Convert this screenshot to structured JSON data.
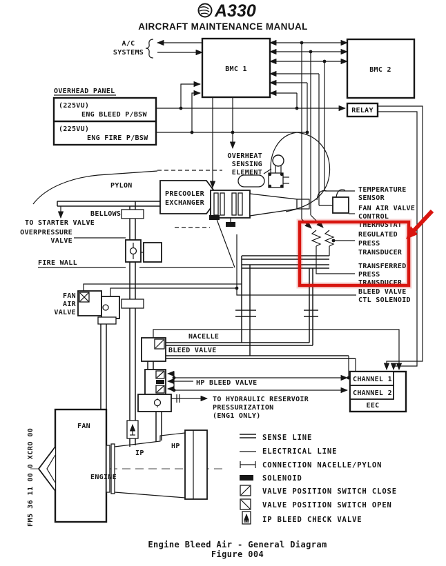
{
  "header": {
    "logo_text": "A330",
    "title": "AIRCRAFT MAINTENANCE MANUAL"
  },
  "top": {
    "ac_systems": {
      "line1": "A/C",
      "line2": "SYSTEMS"
    },
    "bmc1": "BMC 1",
    "bmc2": "BMC 2",
    "relay": "RELAY",
    "overhead_panel": {
      "title": "OVERHEAD PANEL",
      "bleed_ref": "(225VU)",
      "bleed_label": "ENG BLEED P/BSW",
      "fire_ref": "(225VU)",
      "fire_label": "ENG FIRE P/BSW"
    }
  },
  "center": {
    "overheat": {
      "line1": "OVERHEAT",
      "line2": "SENSING",
      "line3": "ELEMENT"
    },
    "pylon": "PYLON",
    "precooler": {
      "line1": "PRECOOLER",
      "line2": "EXCHANGER"
    },
    "bellows": "BELLOWS",
    "to_starter_valve": "TO STARTER VALVE",
    "overpressure": {
      "line1": "OVERPRESSURE",
      "line2": "VALVE"
    },
    "fire_wall": "FIRE WALL",
    "right_labels": {
      "temperature": {
        "line1": "TEMPERATURE",
        "line2": "SENSOR"
      },
      "fan_air_valve_control": {
        "line1": "FAN AIR VALVE",
        "line2": "CONTROL",
        "line3": "THERMOSTAT"
      },
      "regulated": {
        "line1": "REGULATED",
        "line2": "PRESS",
        "line3": "TRANSDUCER"
      },
      "transferred": {
        "line1": "TRANSFERRED",
        "line2": "PRESS",
        "line3": "TRANSDUCER"
      },
      "bleed_valve_ctl": {
        "line1": "BLEED VALVE",
        "line2": "CTL SOLENOID"
      }
    },
    "fan_air_valve": {
      "line1": "FAN",
      "line2": "AIR",
      "line3": "VALVE"
    },
    "nacelle": "NACELLE",
    "bleed_valve": "BLEED VALVE"
  },
  "lower": {
    "hp_bleed_valve": "HP BLEED VALVE",
    "hydraulic": {
      "line1": "TO HYDRAULIC RESERVOIR",
      "line2": "PRESSURIZATION",
      "line3": "(ENG1 ONLY)"
    },
    "eec": {
      "channel1": "CHANNEL 1",
      "channel2": "CHANNEL 2",
      "label": "EEC"
    },
    "engine": {
      "fan": "FAN",
      "ip": "IP",
      "hp": "HP",
      "label": "ENGINE"
    }
  },
  "legend": {
    "items": [
      {
        "symbol": "sense-line",
        "label": "SENSE LINE"
      },
      {
        "symbol": "electrical-line",
        "label": "ELECTRICAL LINE"
      },
      {
        "symbol": "connection-nacelle-pylon",
        "label": "CONNECTION NACELLE/PYLON"
      },
      {
        "symbol": "solenoid",
        "label": "SOLENOID"
      },
      {
        "symbol": "valve-position-switch-close",
        "label": "VALVE POSITION SWITCH CLOSE"
      },
      {
        "symbol": "valve-position-switch-open",
        "label": "VALVE POSITION SWITCH OPEN"
      },
      {
        "symbol": "ip-bleed-check-valve",
        "label": "IP BLEED CHECK VALVE"
      }
    ]
  },
  "footer": {
    "doc_code": "FM5 36 11 00 0 XCRO 00",
    "caption_line1": "Engine Bleed Air - General Diagram",
    "caption_line2": "Figure 004"
  },
  "colors": {
    "highlight_red": "#d8150f",
    "line": "#161616",
    "background": "#ffffff"
  }
}
